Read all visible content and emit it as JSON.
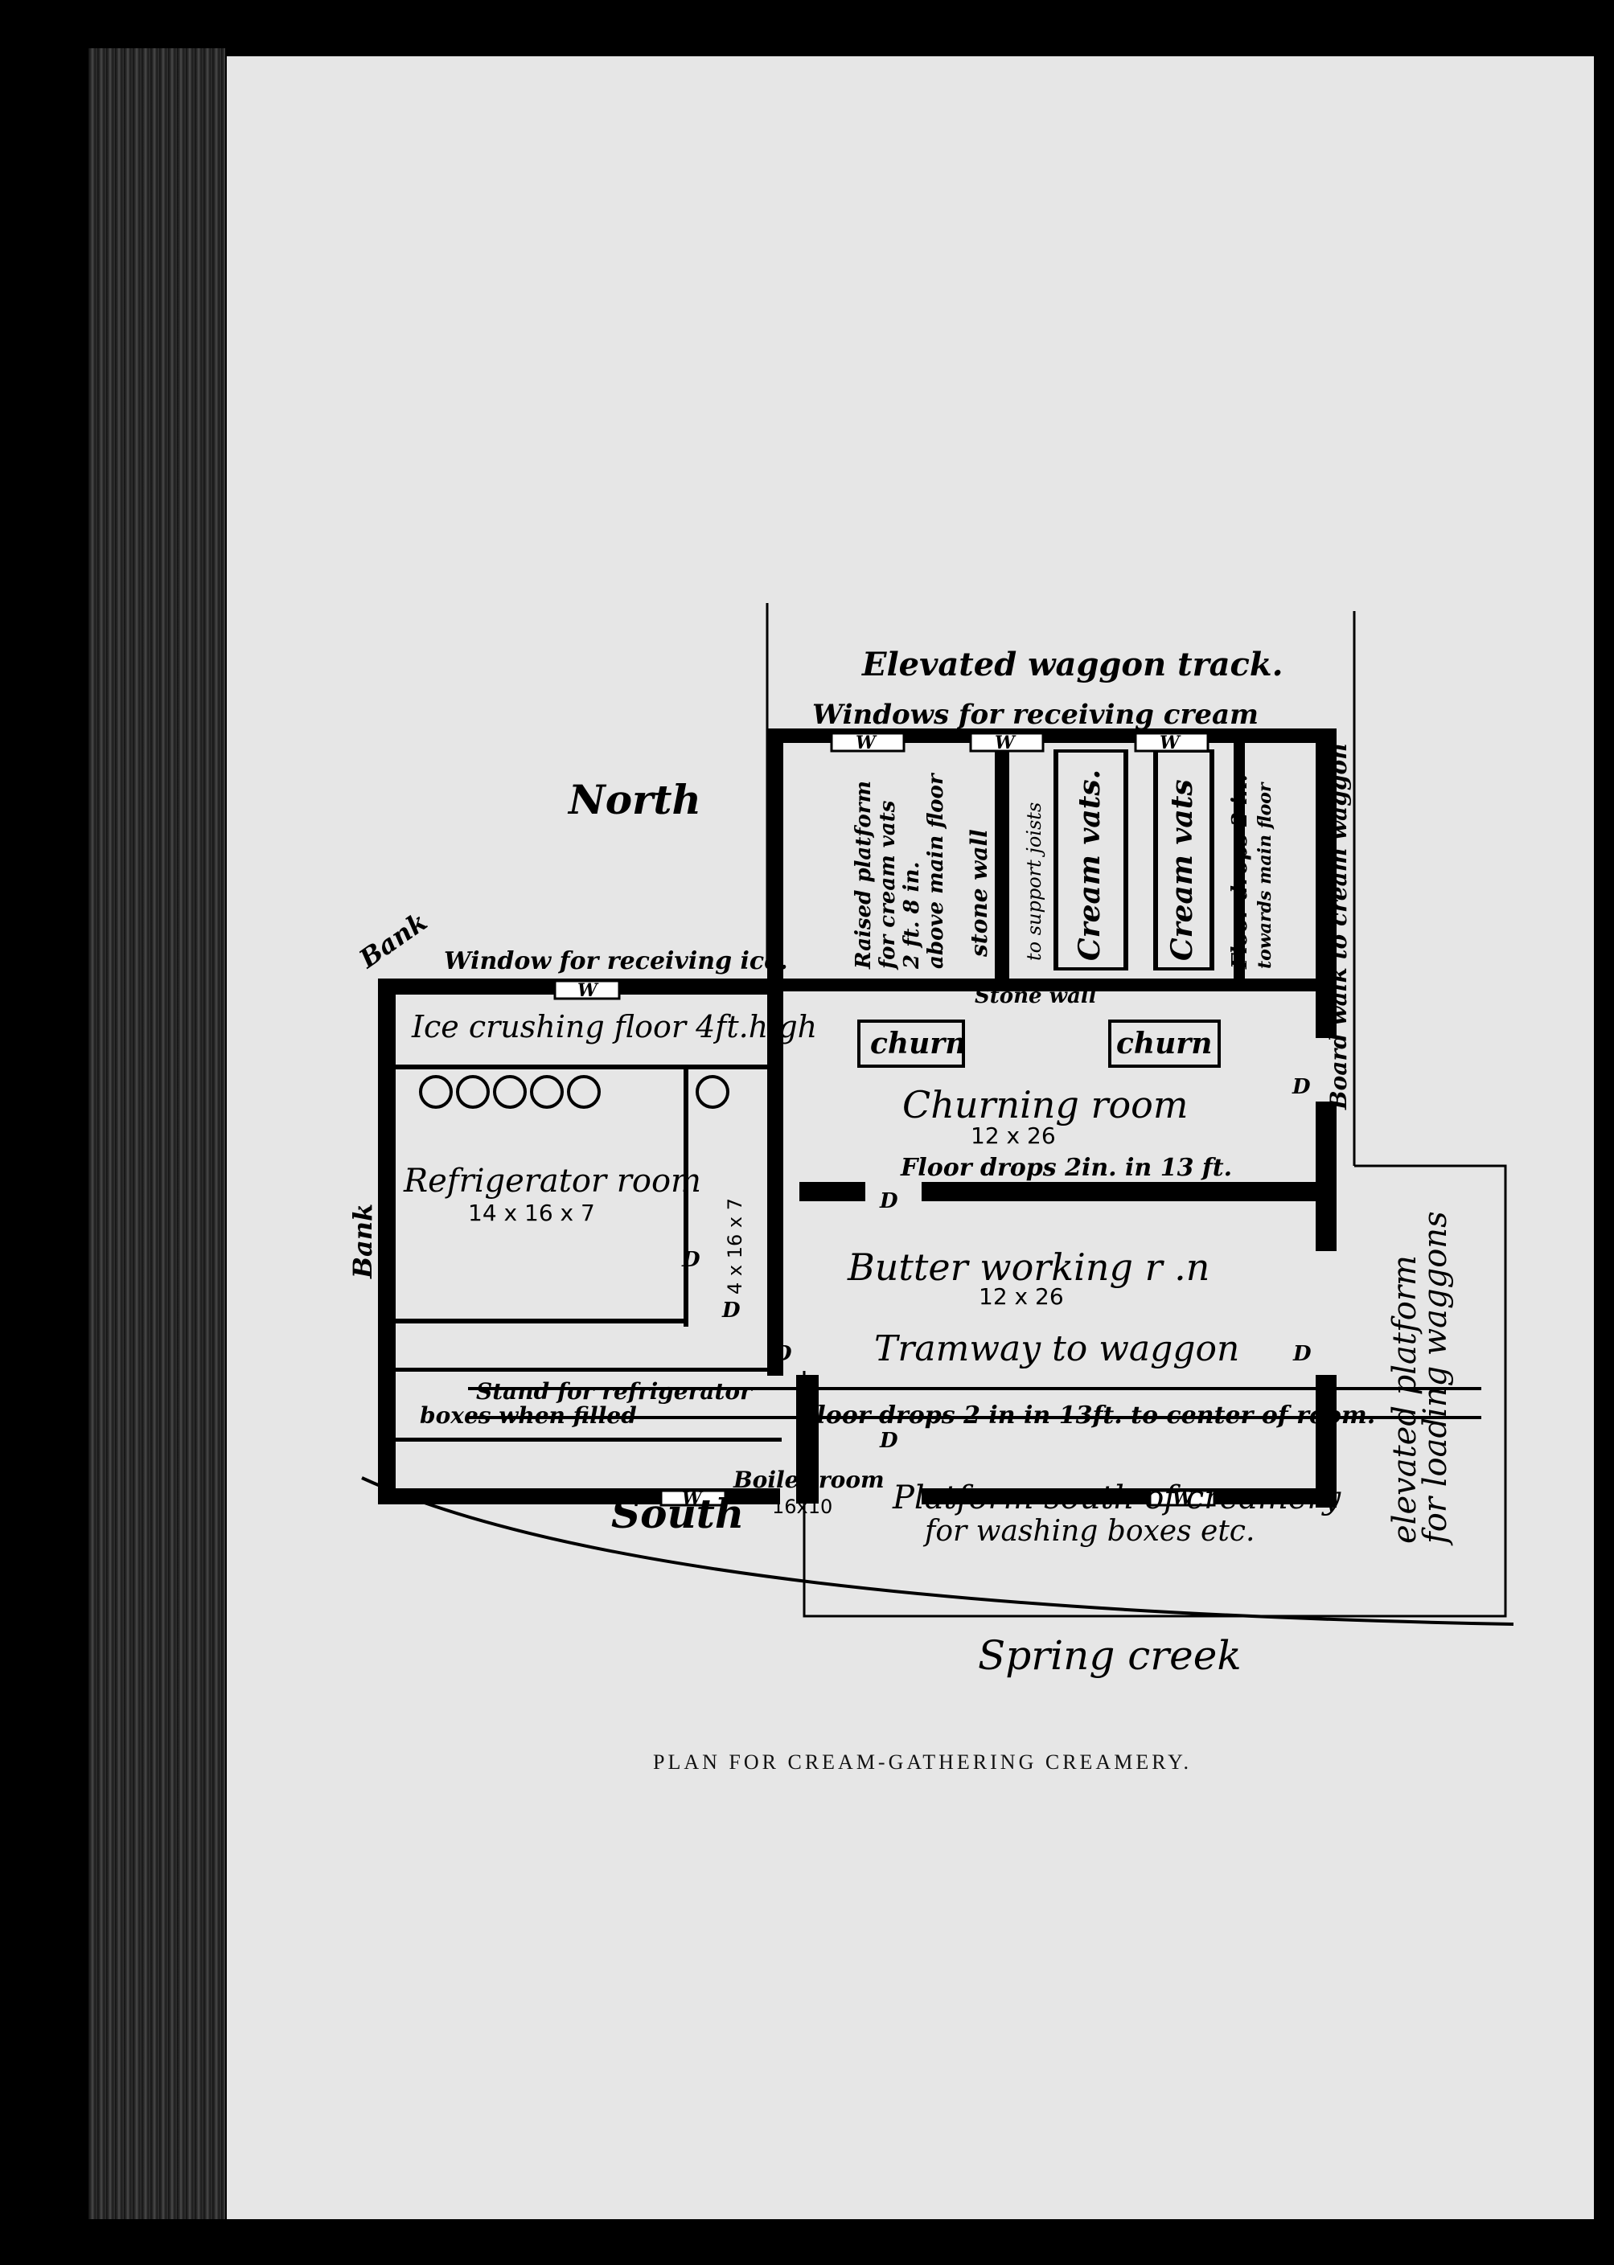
{
  "labels": {
    "elevated_track": "Elevated waggon track.",
    "windows_cream": "Windows for receiving cream",
    "north": "North",
    "bank_top": "Bank",
    "bank_left": "Bank",
    "window_ice": "Window for receiving ice.",
    "ice_floor": "Ice crushing floor 4ft.high",
    "raised_platform_1": "Raised platform",
    "raised_platform_2": "for cream vats",
    "raised_platform_3": "2 ft. 8 in.",
    "raised_platform_4": "above main floor",
    "stone_wall_v": "stone wall",
    "support_joists": "to support joists",
    "cream_vats_1": "Cream vats.",
    "cream_vats_2": "Cream vats",
    "floor_drops_vat_1": "Floor drops 2 in.",
    "floor_drops_vat_2": "towards main floor",
    "board_walk": "Board walk to cream waggon",
    "stone_wall_h": "Stone wall",
    "churn_left": "churn",
    "churn_right": "churn",
    "churning_room": "Churning room",
    "churning_dims": "12 x 26",
    "floor_drops_churn": "Floor drops 2in. in 13 ft.",
    "refrigerator_room": "Refrigerator room",
    "refrigerator_dims": "14 x 16 x 7",
    "small_room_dims": "4 x 16 x 7",
    "butter_room": "Butter working r .n",
    "butter_dims": "12 x 26",
    "tramway": "Tramway to waggon",
    "stand_boxes_1": "Stand for refrigerator",
    "stand_boxes_2": "boxes when filled",
    "floor_drops_center": "Floor drops 2 in in 13ft. to center of room.",
    "boiler_room": "Boiler room",
    "boiler_dims": "16x10",
    "south": "South",
    "platform_south_1": "Platform south of creamery",
    "platform_south_2": "for washing boxes etc.",
    "elevated_platform_1": "elevated platform",
    "elevated_platform_2": "for loading waggons",
    "spring_creek": "Spring creek",
    "door": "D",
    "window": "W"
  },
  "caption": "PLAN FOR CREAM-GATHERING CREAMERY."
}
